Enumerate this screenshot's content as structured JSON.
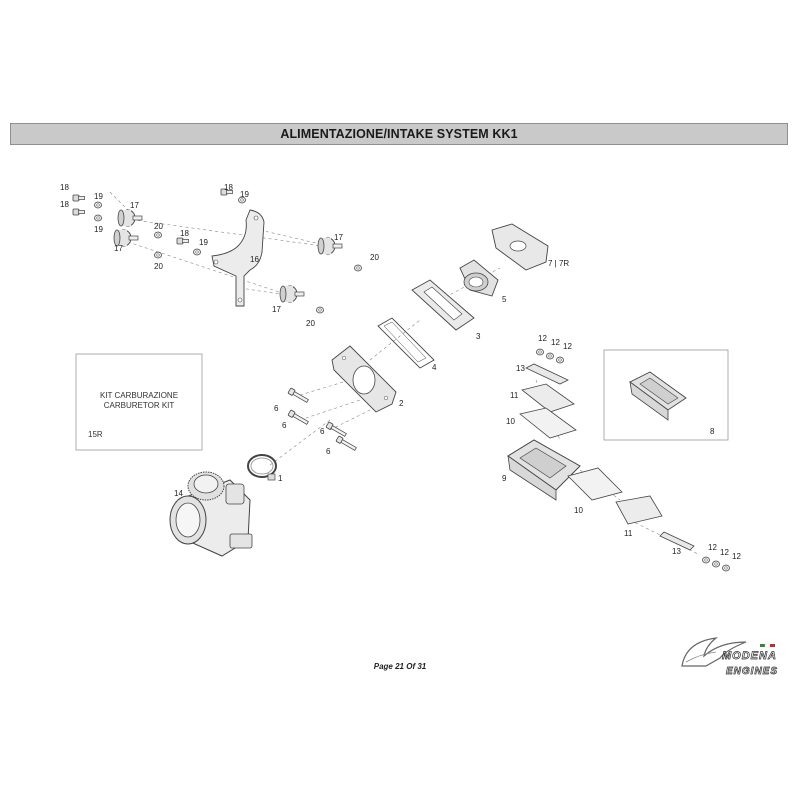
{
  "header": {
    "title": "ALIMENTAZIONE/INTAKE SYSTEM KK1"
  },
  "kit_box": {
    "line1": "KIT CARBURAZIONE",
    "line2": "CARBURETOR KIT",
    "code": "15R"
  },
  "callouts": {
    "c18a": "18",
    "c19a": "19",
    "c18b": "18",
    "c19b": "19",
    "c17a": "17",
    "c17b": "17",
    "c20a": "20",
    "c20b": "20",
    "c18c": "18",
    "c19c": "19",
    "c18d": "18",
    "c19d": "19",
    "c16": "16",
    "c17c": "17",
    "c20c": "20",
    "c17d": "17",
    "c20d": "20",
    "c7": "7 | 7R",
    "c5": "5",
    "c3": "3",
    "c4": "4",
    "c2": "2",
    "c6a": "6",
    "c6b": "6",
    "c6c": "6",
    "c6d": "6",
    "c1": "1",
    "c14": "14",
    "c12a": "12",
    "c12b": "12",
    "c12c": "12",
    "c13a": "13",
    "c11a": "11",
    "c10a": "10",
    "c9": "9",
    "c10b": "10",
    "c11b": "11",
    "c13b": "13",
    "c12d": "12",
    "c12e": "12",
    "c12f": "12",
    "c8": "8"
  },
  "footer": {
    "page": "Page 21 Of 31"
  },
  "logo": {
    "line1": "MODENA",
    "line2": "ENGINES"
  },
  "colors": {
    "title_bar": "#c9c9c9",
    "line": "#555555",
    "part_fill": "#e6e6e6",
    "flag_green": "#2e8b3a",
    "flag_red": "#c8282e"
  }
}
